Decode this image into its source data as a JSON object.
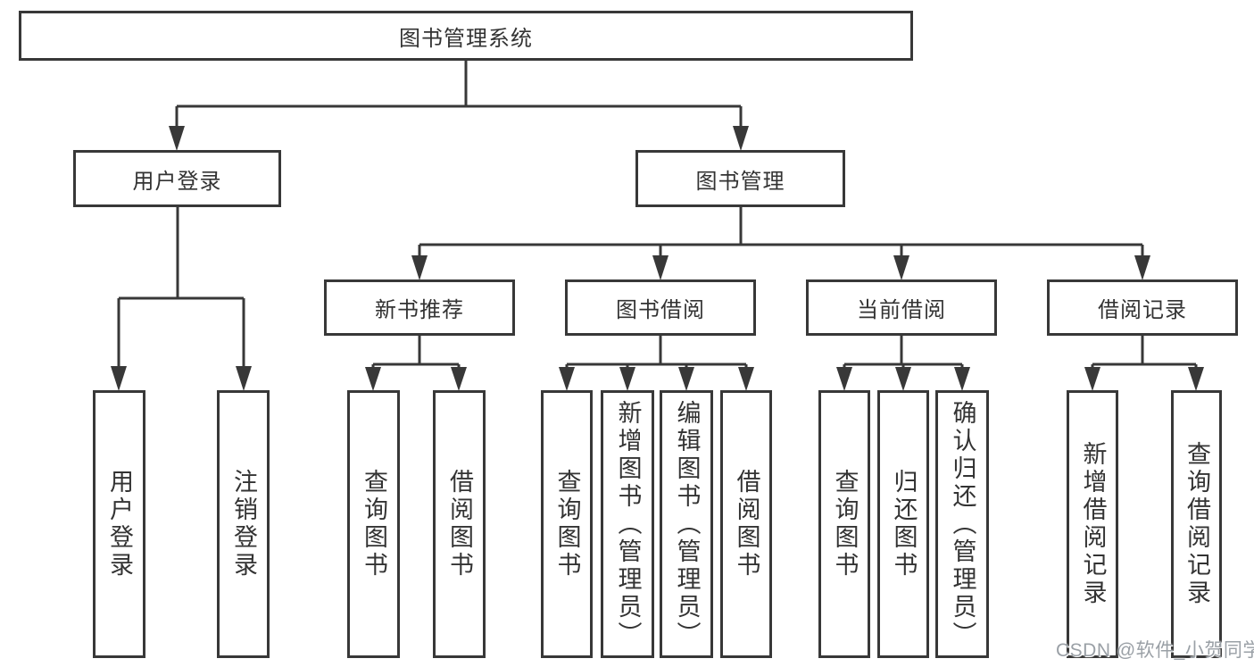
{
  "diagram": {
    "root": {
      "label": "图书管理系统"
    },
    "branches": [
      {
        "label": "用户登录",
        "children": [
          {
            "label": "用户登录"
          },
          {
            "label": "注销登录"
          }
        ]
      },
      {
        "label": "图书管理",
        "children": [
          {
            "label": "新书推荐",
            "children": [
              {
                "label": "查询图书"
              },
              {
                "label": "借阅图书"
              }
            ]
          },
          {
            "label": "图书借阅",
            "children": [
              {
                "label": "查询图书"
              },
              {
                "label": "新增图书（管理员）"
              },
              {
                "label": "编辑图书（管理员）"
              },
              {
                "label": "借阅图书"
              }
            ]
          },
          {
            "label": "当前借阅",
            "children": [
              {
                "label": "查询图书"
              },
              {
                "label": "归还图书"
              },
              {
                "label": "确认归还（管理员）"
              }
            ]
          },
          {
            "label": "借阅记录",
            "children": [
              {
                "label": "新增借阅记录"
              },
              {
                "label": "查询借阅记录"
              }
            ]
          }
        ]
      }
    ]
  },
  "watermark": {
    "text": "CSDN @软件_小贺同学"
  },
  "colors": {
    "line": "#383838",
    "text": "#333333",
    "watermark": "#9aa0a6",
    "background": "#ffffff"
  }
}
